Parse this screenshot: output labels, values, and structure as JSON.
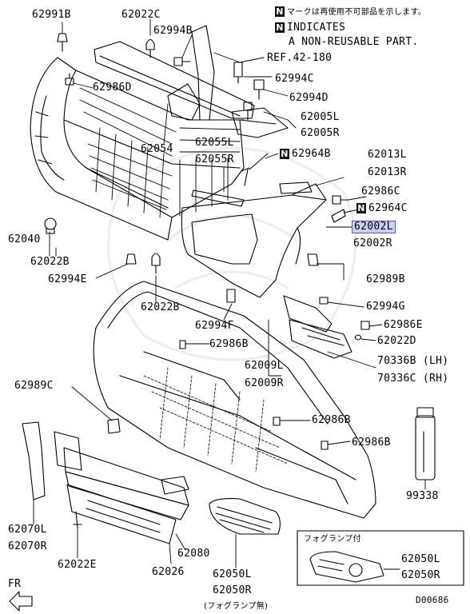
{
  "legend": {
    "n_badge": "N",
    "line_jp": "マークは再使用不可部品を示します。",
    "line_en_1": "INDICATES",
    "line_en_2": "A NON-REUSABLE PART."
  },
  "callouts": {
    "p62991B": "62991B",
    "p62022C": "62022C",
    "p62994B": "62994B",
    "ref": "REF.42-180",
    "p62986D": "62986D",
    "p62994C": "62994C",
    "p62994D": "62994D",
    "p62005L": "62005L",
    "p62005R": "62005R",
    "p62054": "62054",
    "p62055L": "62055L",
    "p62055R": "62055R",
    "p62964B": "62964B",
    "p62013L": "62013L",
    "p62013R": "62013R",
    "p62986C": "62986C",
    "p62964C": "62964C",
    "p62002L": "62002L",
    "p62002R": "62002R",
    "p62040": "62040",
    "p62022B_a": "62022B",
    "p62994E": "62994E",
    "p62022B_b": "62022B",
    "p62989B": "62989B",
    "p62994G": "62994G",
    "p62994F": "62994F",
    "p62986E": "62986E",
    "p62022D": "62022D",
    "p62986B_a": "62986B",
    "p70336B": "70336B (LH)",
    "p70336C": "70336C (RH)",
    "p62009L": "62009L",
    "p62009R": "62009R",
    "p62989C": "62989C",
    "p62986B_b": "62986B",
    "p62986B_c": "62986B",
    "p99338": "99338",
    "p62070L": "62070L",
    "p62070R": "62070R",
    "p62080": "62080",
    "p62050L_a": "62050L",
    "p62050R_a": "62050R",
    "fog_none": "(フォグランプ無)",
    "p62022E": "62022E",
    "p62026": "62026",
    "fog_with": "フォグランプ付",
    "p62050L_b": "62050L",
    "p62050R_b": "62050R",
    "fr": "FR",
    "diagram_code": "D00686"
  },
  "colors": {
    "highlight_bg": "#c8d2f0",
    "highlight_border": "#4c5ea8",
    "line": "#000000"
  }
}
